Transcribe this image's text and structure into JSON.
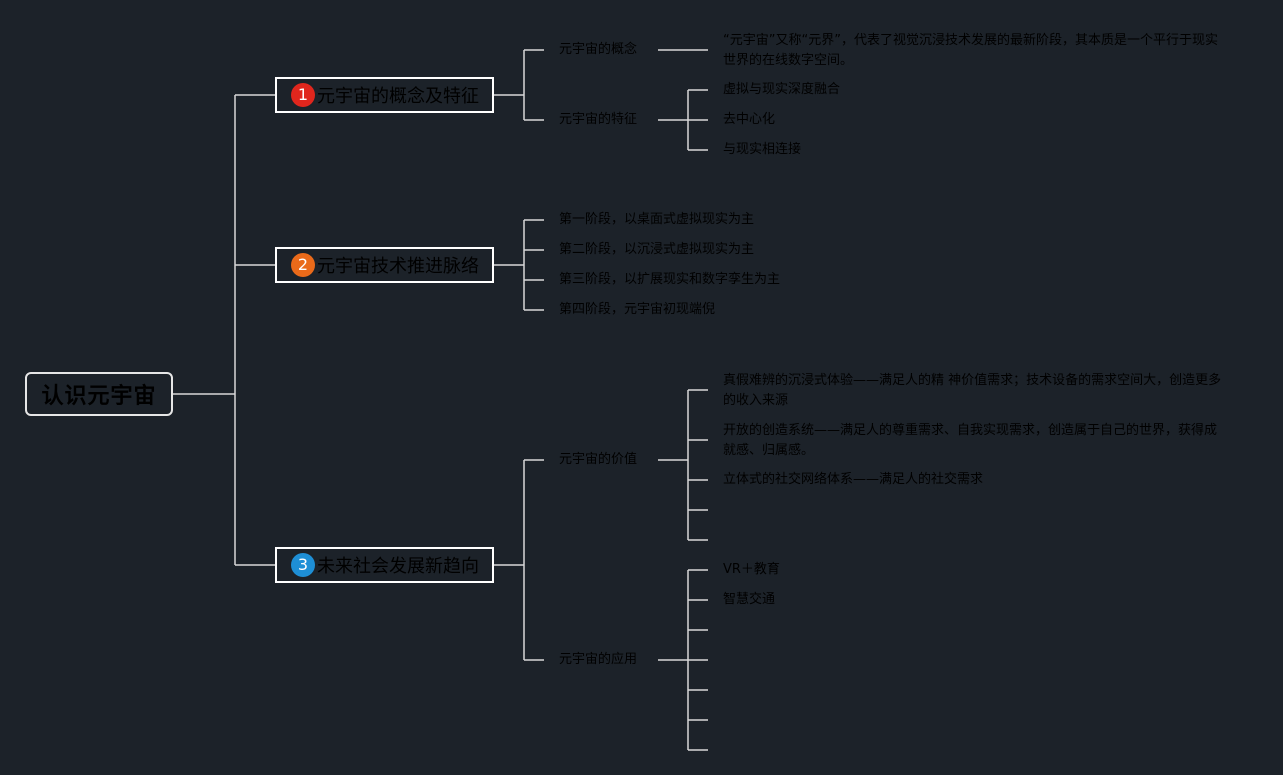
{
  "root": {
    "label": "认识元宇宙"
  },
  "branches": [
    {
      "number": "1",
      "color": "#e0261d",
      "label": "元宇宙的概念及特征",
      "children": [
        {
          "label": "元宇宙的概念",
          "leaves": [
            "“元宇宙”又称“元界”，代表了视觉沉浸技术发展的最新阶段，其本质是一个平行于现实世界的在线数字空间。"
          ]
        },
        {
          "label": "元宇宙的特征",
          "leaves": [
            "虚拟与现实深度融合",
            "去中心化",
            "与现实相连接"
          ]
        }
      ]
    },
    {
      "number": "2",
      "color": "#ea6a1a",
      "label": "元宇宙技术推进脉络",
      "children": [
        {
          "label": "第一阶段，以桌面式虚拟现实为主"
        },
        {
          "label": "第二阶段，以沉浸式虚拟现实为主"
        },
        {
          "label": "第三阶段，以扩展现实和数字孪生为主"
        },
        {
          "label": "第四阶段，元宇宙初现端倪"
        }
      ]
    },
    {
      "number": "3",
      "color": "#1e8fd6",
      "label": "未来社会发展新趋向",
      "children": [
        {
          "label": "元宇宙的价值",
          "leaves": [
            "真假难辨的沉浸式体验——满足人的精 神价值需求；技术设备的需求空间大，创造更多的收入来源",
            "开放的创造系统——满足人的尊重需求、自我实现需求，创造属于自己的世界，获得成就感、归属感。",
            "立体式的社交网络体系——满足人的社交需求",
            ""
          ]
        },
        {
          "label": "元宇宙的应用",
          "leaves": [
            "VR＋教育",
            "智慧交通",
            "",
            "",
            "",
            "",
            ""
          ]
        }
      ]
    }
  ],
  "colors": {
    "background": "#1c2229",
    "line": "#d8d8d8",
    "node_border": "#ffffff"
  }
}
